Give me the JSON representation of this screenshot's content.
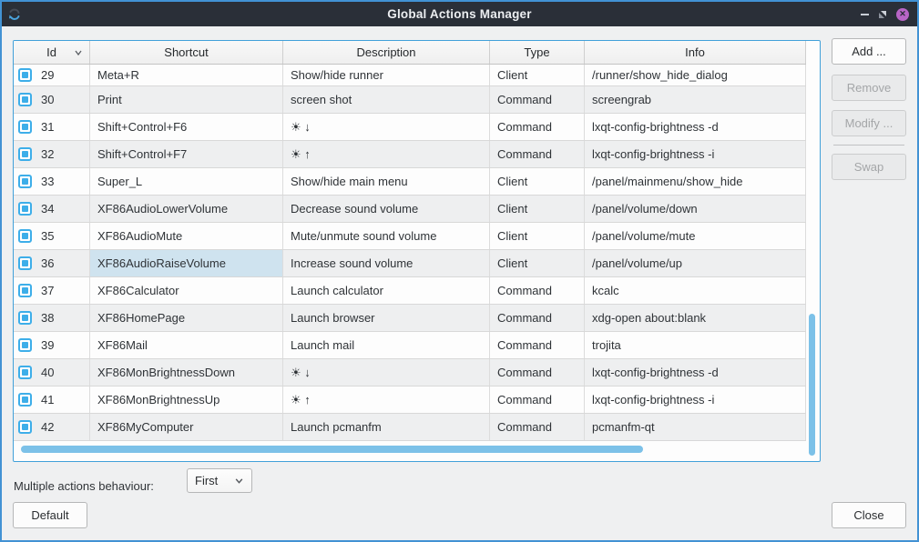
{
  "window": {
    "title": "Global Actions Manager",
    "controls": {
      "minimize": "minimize",
      "restore": "restore",
      "close": "close"
    }
  },
  "colors": {
    "accent_blue": "#3daee9",
    "window_border": "#4292d4",
    "titlebar_bg": "#2a2f38",
    "selection_bg": "#cfe3ef",
    "scrollbar_thumb": "#7cc1e8"
  },
  "table": {
    "columns": [
      "Id",
      "Shortcut",
      "Description",
      "Type",
      "Info"
    ],
    "sorted_column": "Id",
    "selected_cell": {
      "row_id": "36",
      "column": "shortcut"
    },
    "rows": [
      {
        "id": "29",
        "checked": true,
        "shortcut": "Meta+R",
        "description": "Show/hide runner",
        "type": "Client",
        "info": "/runner/show_hide_dialog"
      },
      {
        "id": "30",
        "checked": true,
        "shortcut": "Print",
        "description": "screen shot",
        "type": "Command",
        "info": "screengrab"
      },
      {
        "id": "31",
        "checked": true,
        "shortcut": "Shift+Control+F6",
        "description": "☀ ↓",
        "type": "Command",
        "info": "lxqt-config-brightness -d"
      },
      {
        "id": "32",
        "checked": true,
        "shortcut": "Shift+Control+F7",
        "description": "☀ ↑",
        "type": "Command",
        "info": "lxqt-config-brightness -i"
      },
      {
        "id": "33",
        "checked": true,
        "shortcut": "Super_L",
        "description": "Show/hide main menu",
        "type": "Client",
        "info": "/panel/mainmenu/show_hide"
      },
      {
        "id": "34",
        "checked": true,
        "shortcut": "XF86AudioLowerVolume",
        "description": "Decrease sound volume",
        "type": "Client",
        "info": "/panel/volume/down"
      },
      {
        "id": "35",
        "checked": true,
        "shortcut": "XF86AudioMute",
        "description": "Mute/unmute sound volume",
        "type": "Client",
        "info": "/panel/volume/mute"
      },
      {
        "id": "36",
        "checked": true,
        "shortcut": "XF86AudioRaiseVolume",
        "description": "Increase sound volume",
        "type": "Client",
        "info": "/panel/volume/up"
      },
      {
        "id": "37",
        "checked": true,
        "shortcut": "XF86Calculator",
        "description": "Launch calculator",
        "type": "Command",
        "info": "kcalc"
      },
      {
        "id": "38",
        "checked": true,
        "shortcut": "XF86HomePage",
        "description": "Launch browser",
        "type": "Command",
        "info": "xdg-open about:blank"
      },
      {
        "id": "39",
        "checked": true,
        "shortcut": "XF86Mail",
        "description": "Launch mail",
        "type": "Command",
        "info": "trojita"
      },
      {
        "id": "40",
        "checked": true,
        "shortcut": "XF86MonBrightnessDown",
        "description": "☀ ↓",
        "type": "Command",
        "info": "lxqt-config-brightness -d"
      },
      {
        "id": "41",
        "checked": true,
        "shortcut": "XF86MonBrightnessUp",
        "description": "☀ ↑",
        "type": "Command",
        "info": "lxqt-config-brightness -i"
      },
      {
        "id": "42",
        "checked": true,
        "shortcut": "XF86MyComputer",
        "description": "Launch pcmanfm",
        "type": "Command",
        "info": "pcmanfm-qt"
      }
    ]
  },
  "side_buttons": [
    {
      "label": "Add ...",
      "enabled": true
    },
    {
      "label": "Remove",
      "enabled": false
    },
    {
      "label": "Modify ...",
      "enabled": false
    },
    {
      "label": "Swap",
      "enabled": false
    }
  ],
  "footer": {
    "behaviour_label": "Multiple actions behaviour:",
    "behaviour_value": "First",
    "default_label": "Default",
    "close_label": "Close"
  }
}
